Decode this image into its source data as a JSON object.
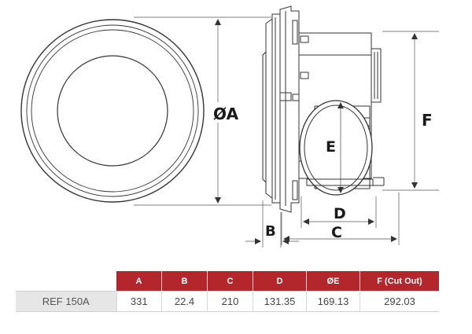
{
  "labels": {
    "dia_a": "ØA",
    "b": "B",
    "c": "C",
    "d": "D",
    "e": "E",
    "f": "F"
  },
  "table": {
    "headers": [
      "A",
      "B",
      "C",
      "D",
      "ØE",
      "F (Cut Out)"
    ],
    "row_label": "REF 150A",
    "values": [
      "331",
      "22.4",
      "210",
      "131.35",
      "169.13",
      "292.03"
    ]
  },
  "colors": {
    "header_bg": "#b3262b",
    "row_label_bg": "#e6e6e6",
    "line": "#333333"
  }
}
